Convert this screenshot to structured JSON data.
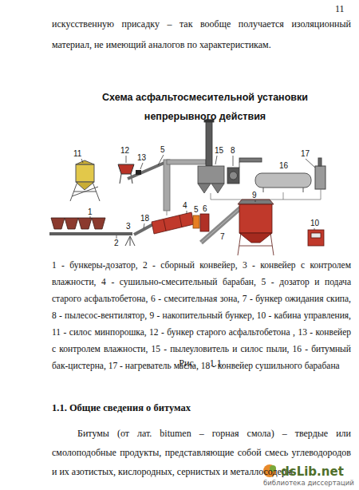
{
  "diagram": {
    "title": "Схема асфальтосмесительной установки непрерывного действия",
    "caption": "1 - бункеры-дозатор, 2 - сборный конвейер, 3 - конвейер с контролем влажности, 4 - сушильно-смесительный барабан, 5 - дозатор и подача старого асфальтобетона, 6 - смесительная зона, 7 - бункер ожидания скипа, 8 - пылесос-вентилятор, 9 - накопительный бункер, 10 - кабина управления, 11 - силос минпорошка, 12 - бункер старого асфальтобетона , 13 - конвейер с контролем влажности, 15 - пылеуловитель и силос пыли, 16 - битумный бак-цистерна, 17 - нагреватель масла, 18 - конвейер сушильного барабана",
    "labels": [
      "11",
      "искусственную присадку – так вообще получается изоляционный материал, не имеющий аналогов по характеристикам.",
      "11",
      "12",
      "13",
      "5",
      "15",
      "8",
      "16",
      "17",
      "1",
      "18",
      "2",
      "3",
      "4",
      "5",
      "6",
      "7",
      "9",
      "10",
      "Рис. 1.1.",
      "1.1. Общие сведения о битумах",
      "Битумы (от лат. bitumen – горная смола) – твердые или смолоподобные продукты, представляющие собой смесь углеводородов и их азотистых, кислородных, сернистых и металлосодерж",
      "dsLib.net",
      "библиотека диссертаций"
    ]
  }
}
